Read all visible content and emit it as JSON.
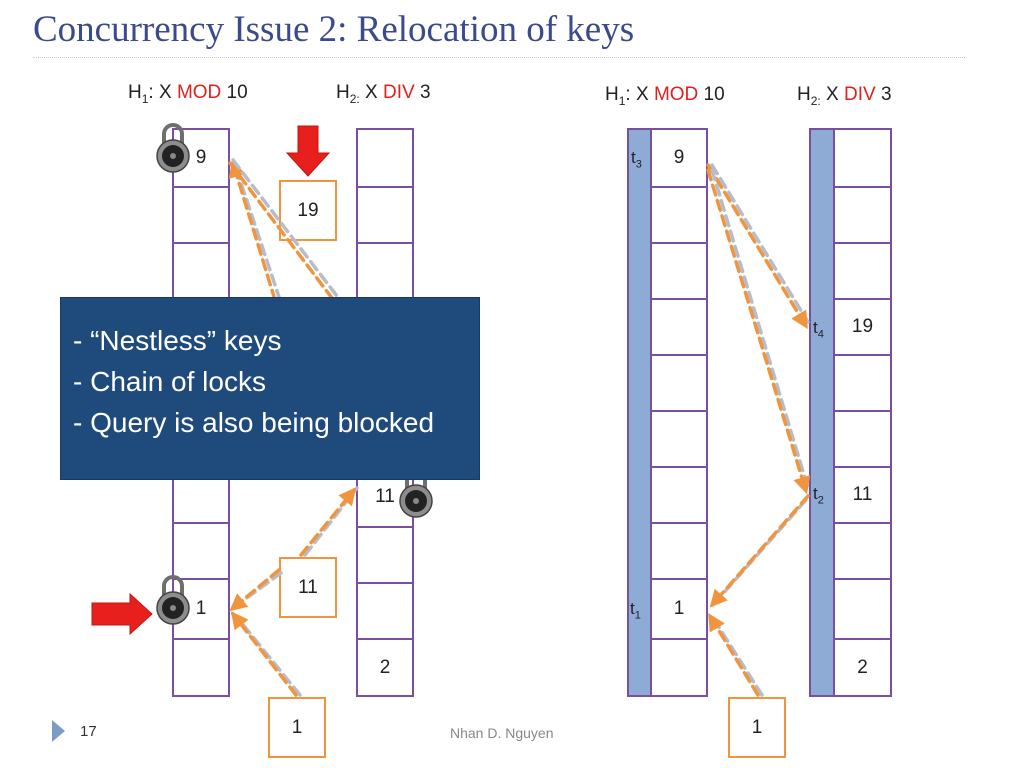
{
  "title": "Concurrency Issue 2: Relocation of keys",
  "left": {
    "h1_label": {
      "h": "H",
      "sub": "1",
      "pre": ": X ",
      "op": "MOD",
      "post": " 10"
    },
    "h2_label": {
      "h": "H",
      "sub": "2:",
      "pre": " X ",
      "op": "DIV",
      "post": " 3"
    },
    "t1_cells": [
      "9",
      "",
      "",
      "",
      "",
      "",
      "",
      "",
      "1",
      ""
    ],
    "t2_cells": [
      "",
      "",
      "",
      "",
      "",
      "",
      "11",
      "",
      "",
      "2"
    ],
    "inserted_keys": [
      "19",
      "11",
      "1"
    ]
  },
  "right": {
    "h1_label": {
      "h": "H",
      "sub": "1",
      "pre": ": X ",
      "op": "MOD",
      "post": " 10"
    },
    "h2_label": {
      "h": "H",
      "sub": "2:",
      "pre": " X ",
      "op": "DIV",
      "post": " 3"
    },
    "t1_cells": [
      "9",
      "",
      "",
      "",
      "",
      "",
      "",
      "",
      "1",
      ""
    ],
    "t2_cells": [
      "",
      "",
      "",
      "19",
      "",
      "",
      "11",
      "",
      "",
      "2"
    ],
    "inserted_key": "1",
    "threads": [
      {
        "t": "t",
        "sub": "3"
      },
      {
        "t": "t",
        "sub": "4"
      },
      {
        "t": "t",
        "sub": "2"
      },
      {
        "t": "t",
        "sub": "1"
      }
    ]
  },
  "callout": {
    "lines": [
      "- “Nestless” keys",
      "- Chain of locks",
      "- Query is also being blocked"
    ]
  },
  "footer": {
    "slide_number": "17",
    "author": "Nhan D. Nguyen"
  },
  "colors": {
    "title": "#3a4a8a",
    "operator": "#e0201d",
    "cell_border": "#7a4fa0",
    "lock_strip": "#8eabd6",
    "arrow": "#f0953e",
    "red_arrow": "#e8201d",
    "callout_bg": "#1f4a7c"
  },
  "icons": {
    "lock": "padlock-icon",
    "arrow": "red-arrow-icon",
    "marker": "triangle-bullet-icon"
  }
}
